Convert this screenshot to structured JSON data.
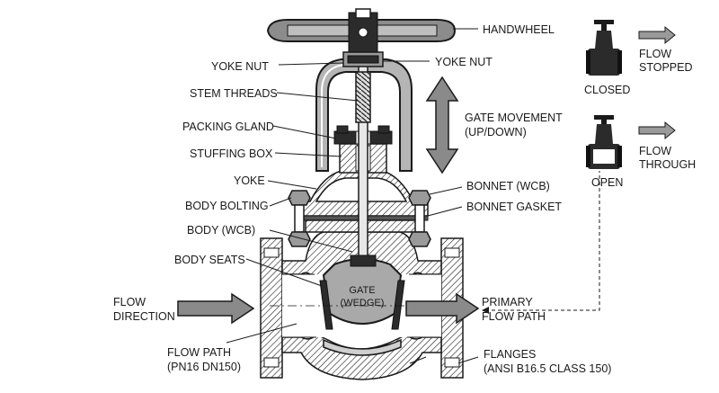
{
  "labels": {
    "handwheel": "HANDWHEEL",
    "yoke_nut_left": "YOKE NUT",
    "yoke_nut_right": "YOKE NUT",
    "stem_threads": "STEM THREADS",
    "packing_gland": "PACKING GLAND",
    "stuffing_box": "STUFFING BOX",
    "yoke": "YOKE",
    "body_bolting": "BODY BOLTING",
    "body_wcb": "BODY (WCB)",
    "body_seats": "BODY SEATS",
    "flow_direction": [
      "FLOW",
      "DIRECTION"
    ],
    "flow_path": [
      "FLOW PATH",
      "(PN16 DN150)"
    ],
    "gate_movement": [
      "GATE MOVEMENT",
      "(UP/DOWN)"
    ],
    "bonnet_wcb": "BONNET (WCB)",
    "bonnet_gasket": "BONNET GASKET",
    "gate_wedge": [
      "GATE",
      "(WEDGE)"
    ],
    "primary_flow_path": [
      "PRIMARY",
      "FLOW PATH"
    ],
    "flanges": [
      "FLANGES",
      "(ANSI B16.5 CLASS 150)"
    ]
  },
  "states": {
    "closed": {
      "label": "CLOSED",
      "flow": [
        "FLOW",
        "STOPPED"
      ]
    },
    "open": {
      "label": "OPEN",
      "flow": [
        "FLOW",
        "THROUGH"
      ]
    }
  }
}
